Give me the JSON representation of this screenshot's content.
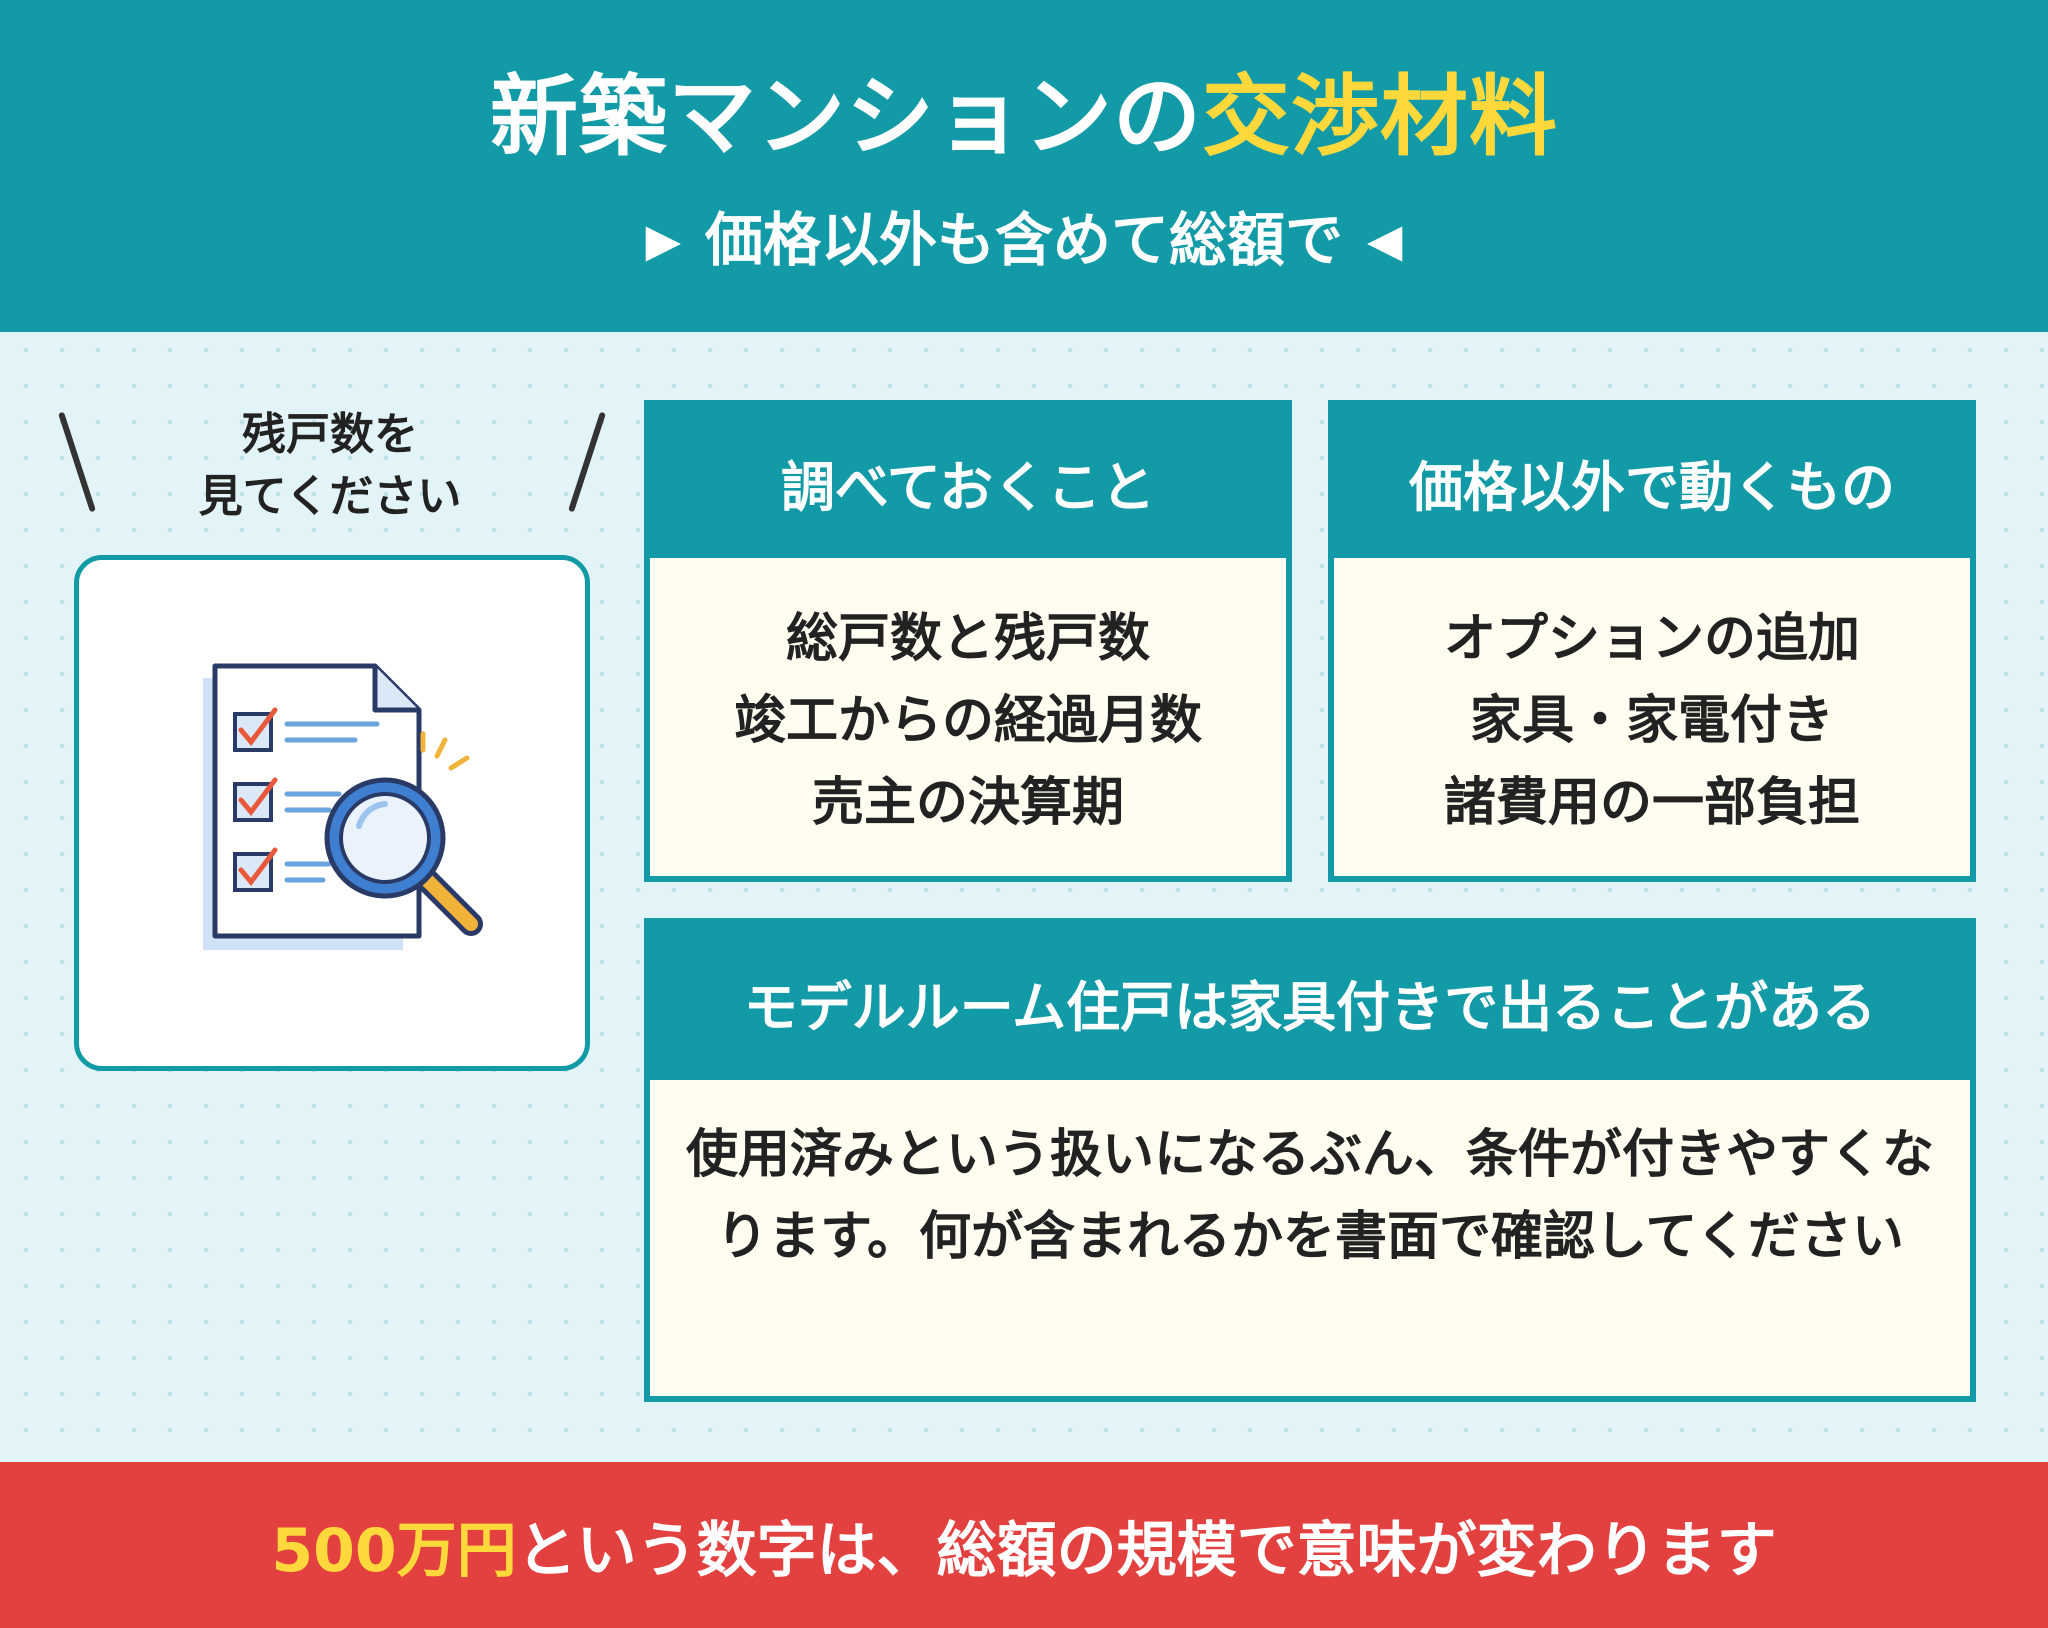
{
  "header": {
    "title_main": "新築マンションの",
    "title_highlight": "交渉材料",
    "subtitle": "価格以外も含めて総額で",
    "tri_left": "▶",
    "tri_right": "◀"
  },
  "checklist": {
    "label_line1": "残戸数を",
    "label_line2": "見てください",
    "icon": "document-magnifier-icon"
  },
  "panels": {
    "research": {
      "title": "調べておくこと",
      "items": [
        "総戸数と残戸数",
        "竣工からの経過月数",
        "売主の決算期"
      ]
    },
    "non_price": {
      "title": "価格以外で動くもの",
      "items": [
        "オプションの追加",
        "家具・家電付き",
        "諸費用の一部負担"
      ]
    },
    "model_room": {
      "title": "モデルルーム住戸は家具付きで出ることがある",
      "body": "使用済みという扱いになるぶん、条件が付きやすくなります。何が含まれるかを書面で確認してください"
    }
  },
  "footer": {
    "highlight": "500万円",
    "text": "という数字は、総額の規模で意味が変わります"
  },
  "colors": {
    "teal": "#139aa7",
    "yellow": "#ffd93b",
    "red": "#e34140",
    "cream": "#fffdf0",
    "background": "#e2f4f8"
  }
}
